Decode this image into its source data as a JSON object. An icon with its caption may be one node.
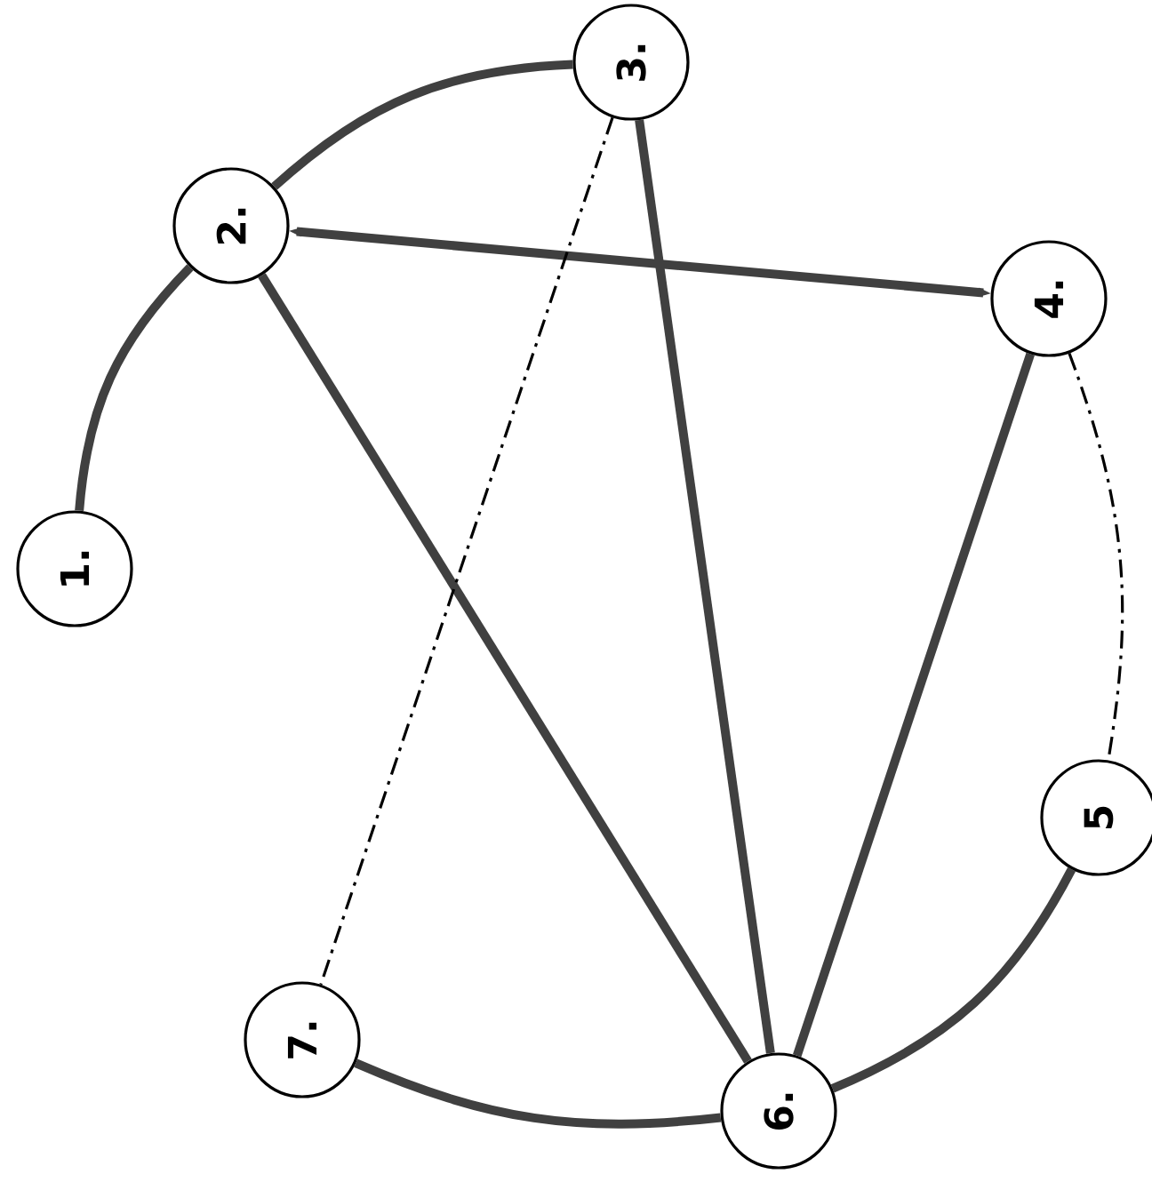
{
  "diagram": {
    "nodes": [
      {
        "text": [
          "1."
        ]
      },
      {
        "text": [
          "2."
        ]
      },
      {
        "text": [
          "3."
        ]
      },
      {
        "text": [
          "4."
        ]
      },
      {
        "text": [
          "5"
        ]
      },
      {
        "text": [
          "6."
        ]
      },
      {
        "text": [
          "7."
        ]
      }
    ],
    "edges": [
      {
        "from": 0,
        "to": 1,
        "arrow": "none"
      },
      {
        "from": 1,
        "to": 2,
        "arrow": "none"
      },
      {
        "from": 1,
        "to": 3,
        "arrow": "both"
      },
      {
        "from": 1,
        "to": 5,
        "arrow": "none"
      },
      {
        "from": 2,
        "to": 5,
        "arrow": "none"
      },
      {
        "from": 3,
        "to": 5,
        "arrow": "none"
      },
      {
        "from": 2,
        "to": 6,
        "arrow": "none",
        "style": "dashed"
      },
      {
        "from": 3,
        "to": 4,
        "arrow": "none",
        "style": "dashed"
      },
      {
        "from": 4,
        "to": 5,
        "arrow": "none"
      },
      {
        "from": 5,
        "to": 6,
        "arrow": "none"
      }
    ]
  }
}
